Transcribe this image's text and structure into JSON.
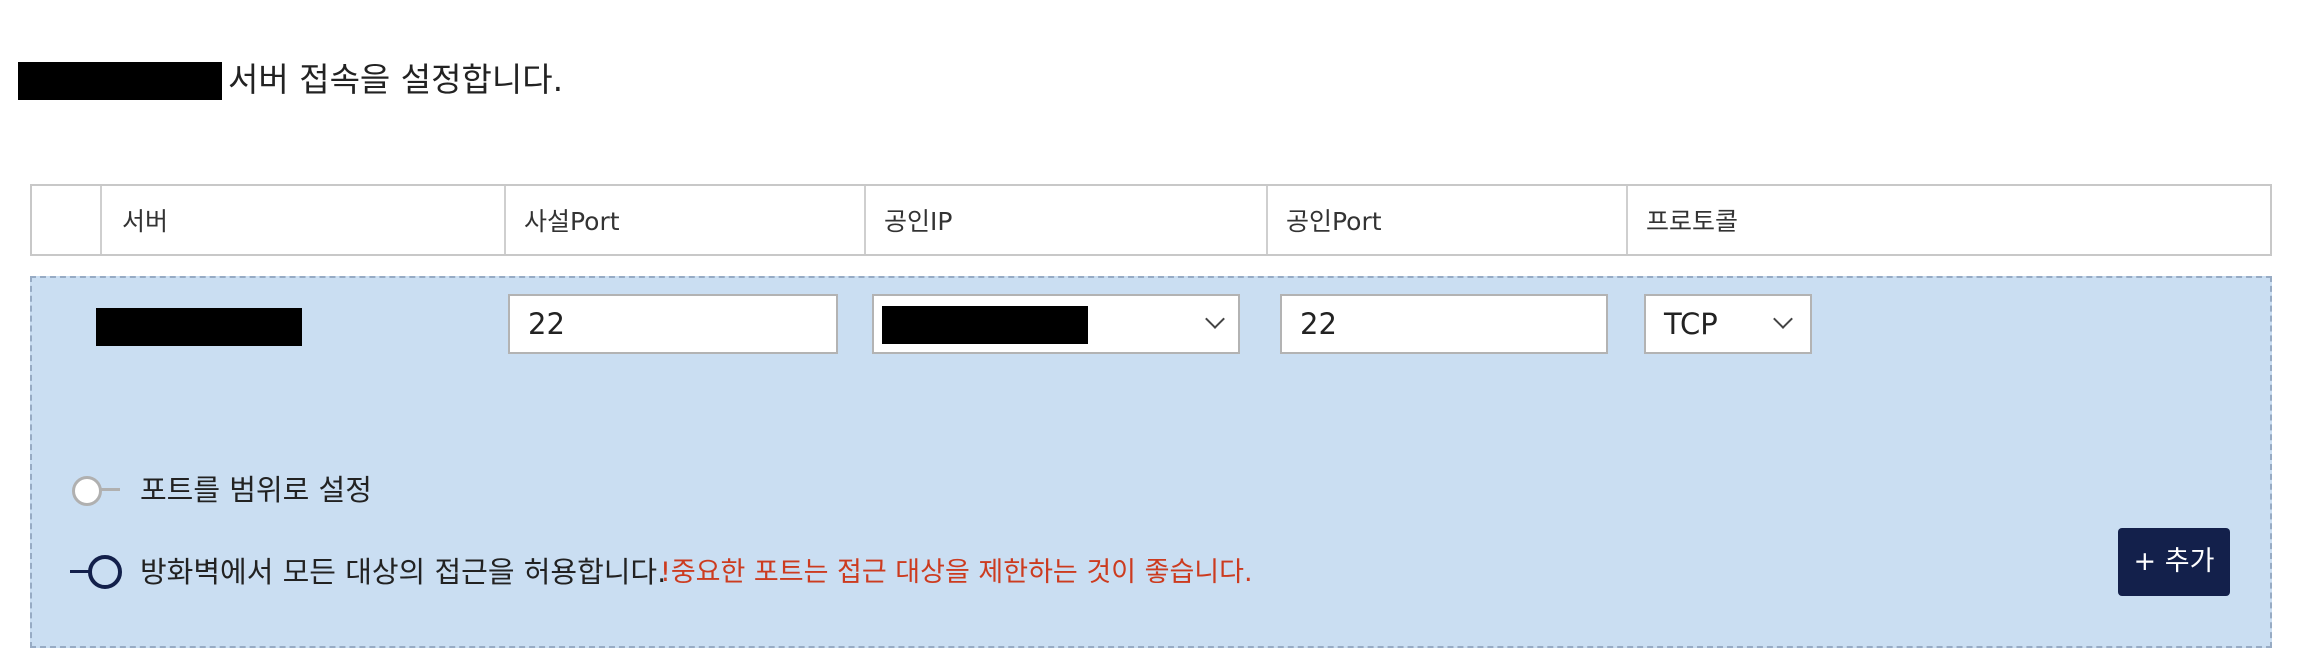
{
  "intro": {
    "text": "서버 접속을 설정합니다."
  },
  "table": {
    "headers": {
      "server": "서버",
      "private_port": "사설Port",
      "public_ip": "공인IP",
      "public_port": "공인Port",
      "protocol": "프로토콜"
    }
  },
  "row": {
    "private_port": "22",
    "public_port": "22",
    "protocol": "TCP"
  },
  "options": {
    "port_range_label": "포트를 범위로 설정",
    "port_range_enabled": false,
    "firewall_allow_all_label": "방화벽에서 모든 대상의 접근을 허용합니다.",
    "firewall_allow_all_enabled": true,
    "warning": "!중요한 포트는 접근 대상을 제한하는 것이 좋습니다."
  },
  "actions": {
    "add_label": "+ 추가"
  },
  "colors": {
    "panel_bg": "#cadef2",
    "accent": "#13204b",
    "warning": "#cc3b1f",
    "toggle_off": "#b0b0b0"
  }
}
